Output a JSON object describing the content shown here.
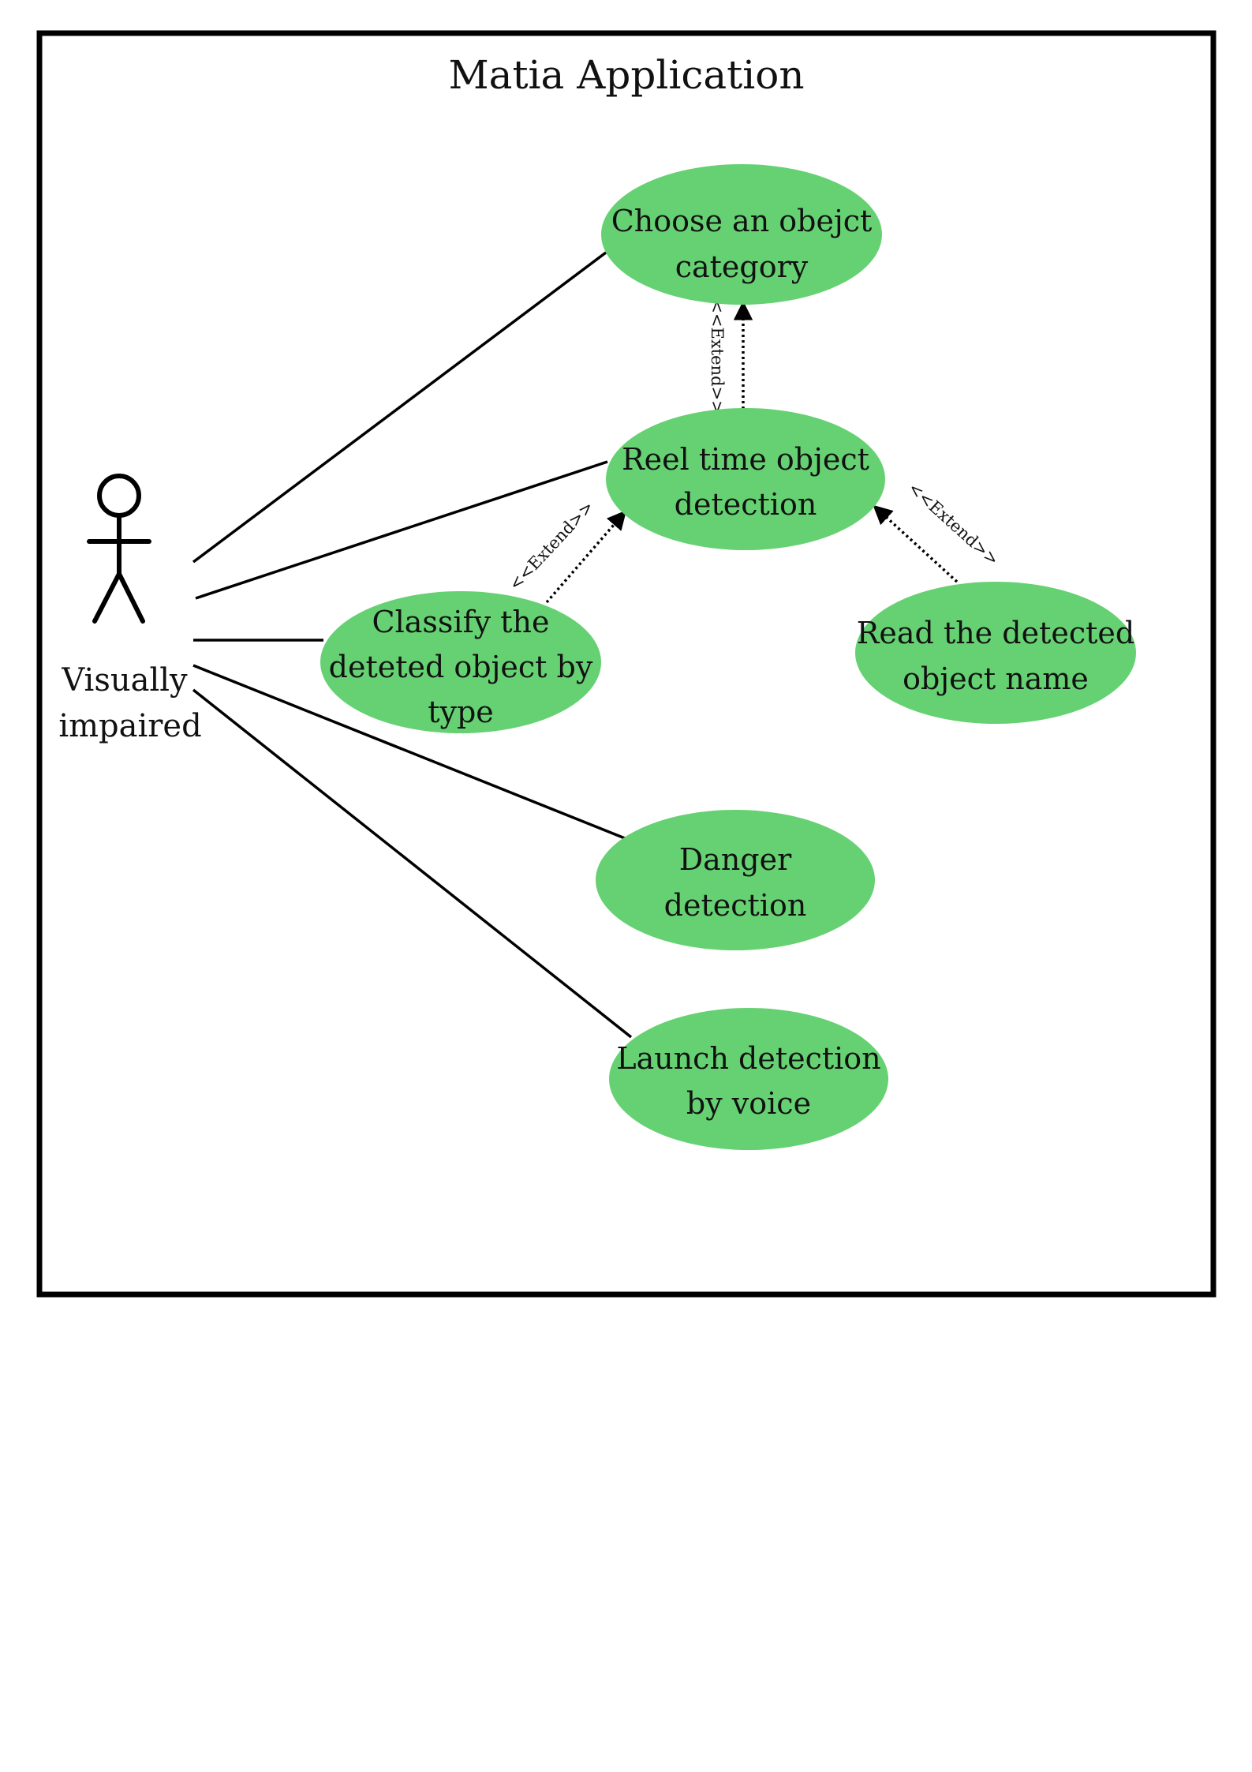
{
  "system": {
    "title": "Matia Application"
  },
  "actor": {
    "name_line1": "Visually",
    "name_line2": "impaired",
    "icon": "stick-figure-icon"
  },
  "use_cases": {
    "choose_category": {
      "line1": "Choose an obejct",
      "line2": "category"
    },
    "realtime_detection": {
      "line1": "Reel time object",
      "line2": "detection"
    },
    "classify": {
      "line1": "Classify the",
      "line2": "deteted object by",
      "line3": "type"
    },
    "read_name": {
      "line1": "Read the detected",
      "line2": "object name"
    },
    "danger": {
      "line1": "Danger",
      "line2": "detection"
    },
    "voice": {
      "line1": "Launch detection",
      "line2": "by voice"
    }
  },
  "relations": {
    "extend_realtime_to_choose": "<<Extend>>",
    "extend_classify_to_realtime": "<<Extend>>",
    "extend_read_to_realtime": "<<Extend>>"
  },
  "colors": {
    "use_case_fill": "#66D172",
    "border": "#000000",
    "background": "#FFFFFF"
  }
}
